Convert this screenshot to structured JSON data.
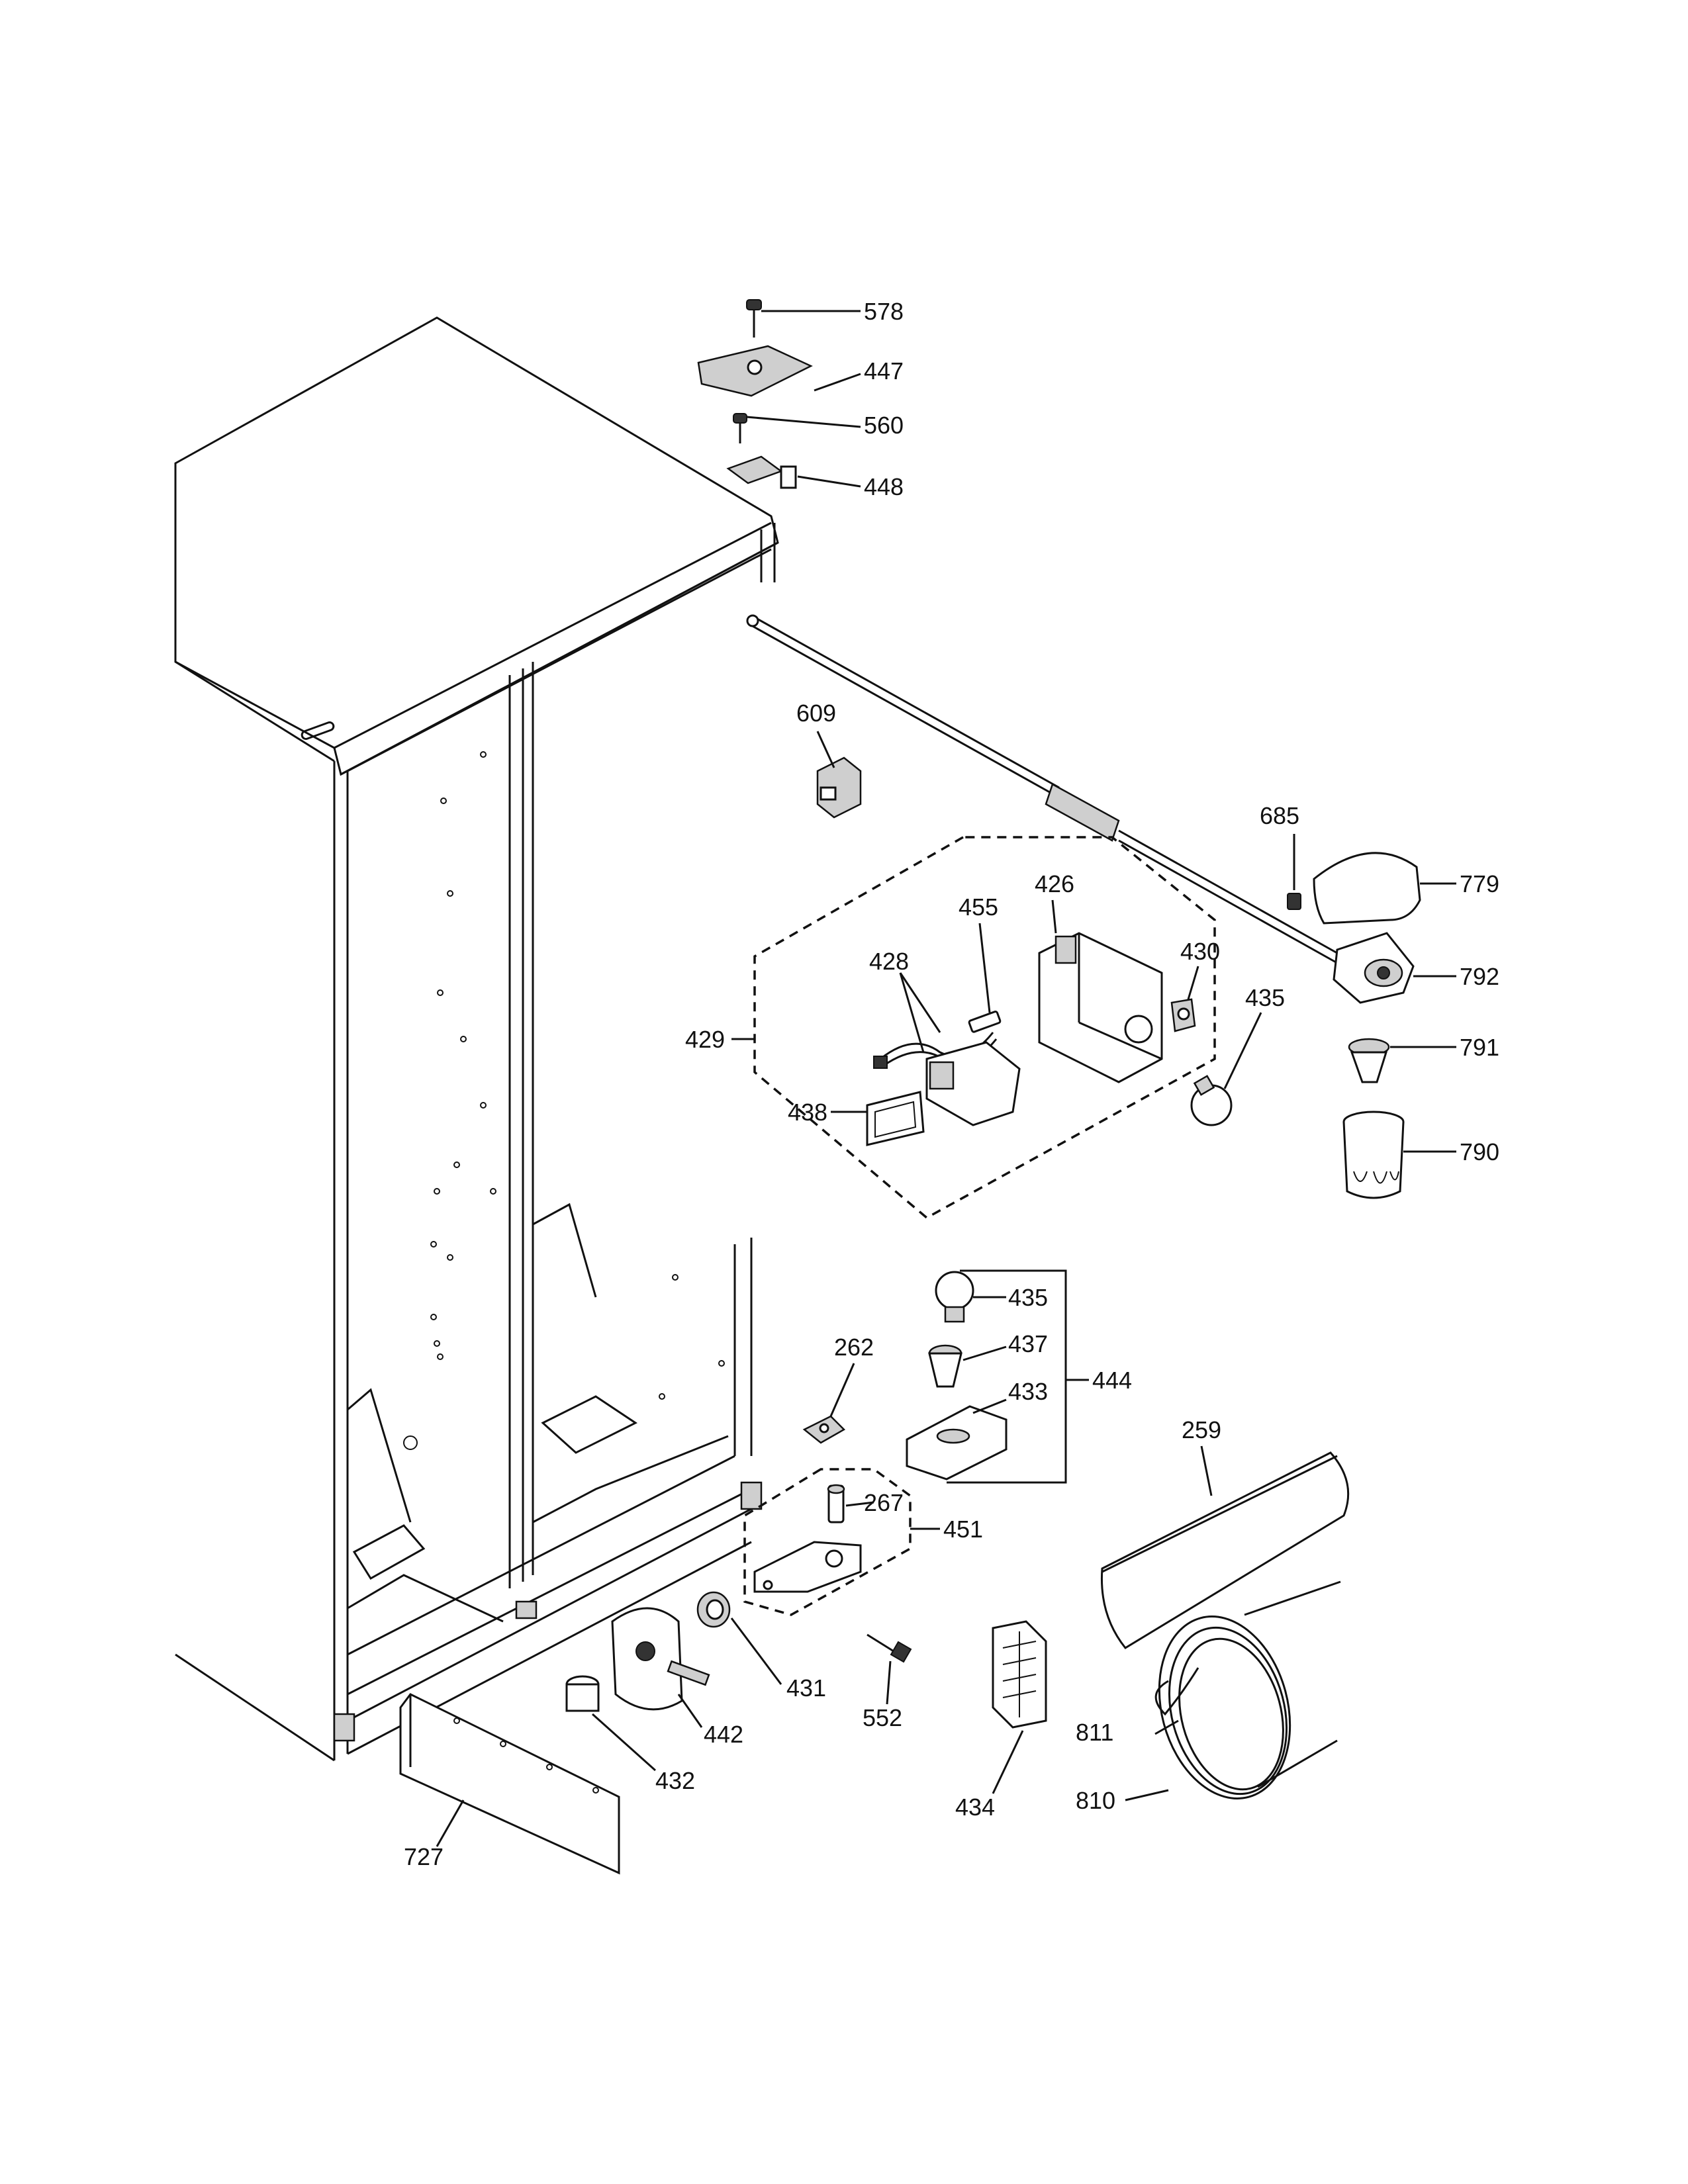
{
  "callouts": {
    "c578": "578",
    "c447": "447",
    "c560": "560",
    "c448": "448",
    "c609": "609",
    "c685": "685",
    "c779": "779",
    "c426": "426",
    "c455": "455",
    "c428": "428",
    "c430": "430",
    "c792": "792",
    "c435a": "435",
    "c429": "429",
    "c791": "791",
    "c438": "438",
    "c790": "790",
    "c435b": "435",
    "c437": "437",
    "c262": "262",
    "c444": "444",
    "c433": "433",
    "c259": "259",
    "c267": "267",
    "c451": "451",
    "c431": "431",
    "c552": "552",
    "c442": "442",
    "c811": "811",
    "c432": "432",
    "c434": "434",
    "c810": "810",
    "c727": "727"
  },
  "colors": {
    "line": "#111111",
    "fill": "#ffffff",
    "shade": "#cfcfcf"
  }
}
